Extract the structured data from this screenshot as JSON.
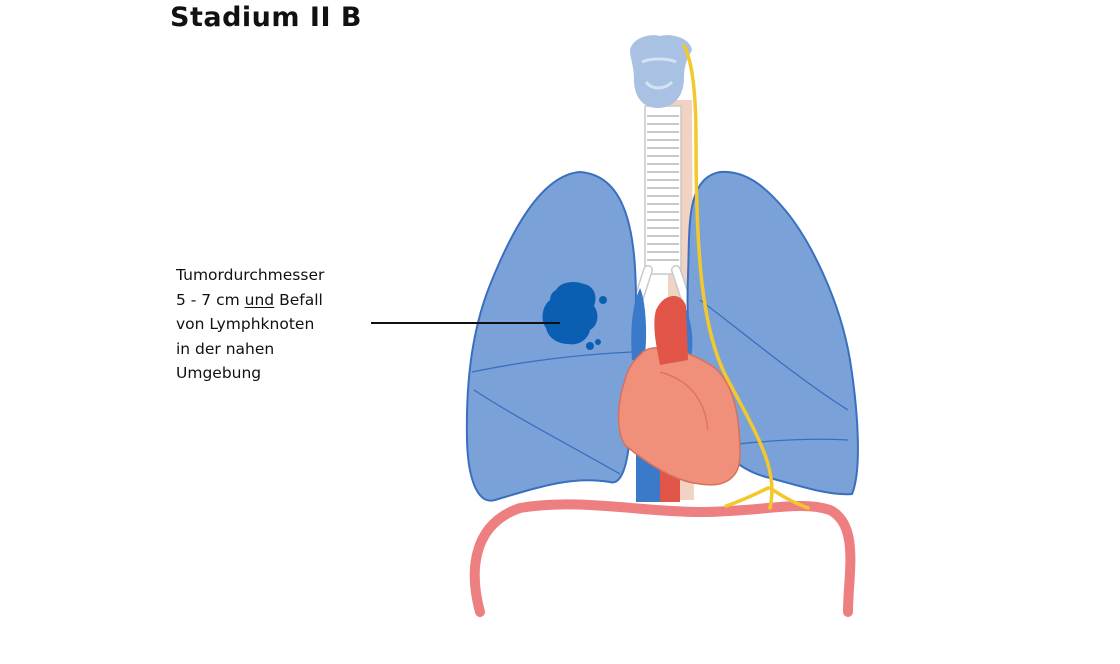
{
  "title": "Stadium II B",
  "annotation": {
    "line1": "Tumordurchmesser",
    "line2_prefix": "5 - 7 cm ",
    "line2_underlined": "und",
    "line2_suffix": " Befall",
    "line3": "von Lymphknoten",
    "line4": "in der nahen",
    "line5": "Umgebung"
  },
  "colors": {
    "lung_fill": "#7aa2d8",
    "lung_stroke": "#3a6fc0",
    "tumor": "#0b5fb3",
    "heart": "#f0907a",
    "artery": "#e05548",
    "vein": "#3a7ac8",
    "trachea": "#ffffff",
    "trachea_stroke": "#c9c9c9",
    "esophagus": "#f1d3c4",
    "nerve": "#f2c82a",
    "diaphragm": "#ee7f80",
    "larynx": "#a9c2e4"
  },
  "icons": {
    "leader": "callout-line-icon"
  }
}
